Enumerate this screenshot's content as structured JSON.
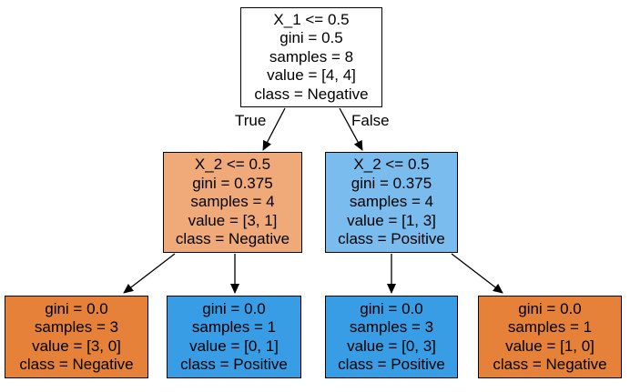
{
  "colors": {
    "white": "#ffffff",
    "light_orange": "#f0aa79",
    "light_blue": "#7bbcef",
    "orange": "#e58139",
    "blue": "#399de5",
    "edge": "#000000"
  },
  "edges": {
    "true_label": "True",
    "false_label": "False"
  },
  "nodes": {
    "root": {
      "fill": "white",
      "lines": [
        "X_1 <= 0.5",
        "gini = 0.5",
        "samples = 8",
        "value = [4, 4]",
        "class = Negative"
      ]
    },
    "left": {
      "fill": "light_orange",
      "lines": [
        "X_2 <= 0.5",
        "gini = 0.375",
        "samples = 4",
        "value = [3, 1]",
        "class = Negative"
      ]
    },
    "right": {
      "fill": "light_blue",
      "lines": [
        "X_2 <= 0.5",
        "gini = 0.375",
        "samples = 4",
        "value = [1, 3]",
        "class = Positive"
      ]
    },
    "leaf_ll": {
      "fill": "orange",
      "lines": [
        "gini = 0.0",
        "samples = 3",
        "value = [3, 0]",
        "class = Negative"
      ]
    },
    "leaf_lr": {
      "fill": "blue",
      "lines": [
        "gini = 0.0",
        "samples = 1",
        "value = [0, 1]",
        "class = Positive"
      ]
    },
    "leaf_rl": {
      "fill": "blue",
      "lines": [
        "gini = 0.0",
        "samples = 3",
        "value = [0, 3]",
        "class = Positive"
      ]
    },
    "leaf_rr": {
      "fill": "orange",
      "lines": [
        "gini = 0.0",
        "samples = 1",
        "value = [1, 0]",
        "class = Negative"
      ]
    }
  }
}
